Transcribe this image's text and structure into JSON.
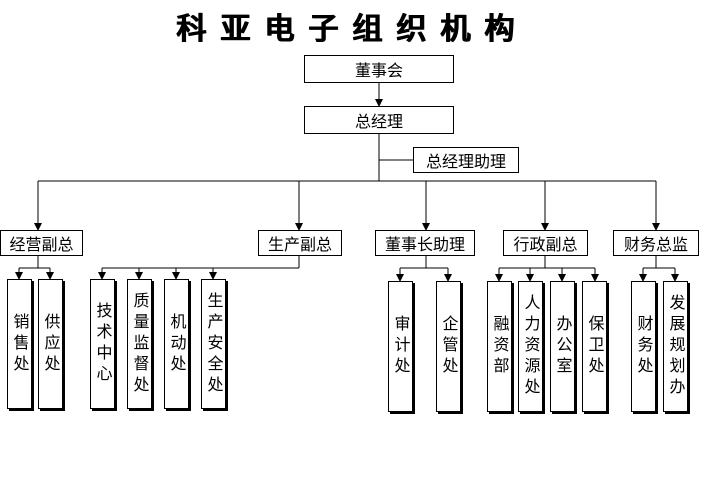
{
  "title": "科亚电子组织机构",
  "nodes": {
    "board": "董事会",
    "gm": "总经理",
    "gm_assistant": "总经理助理",
    "vp_business": "经营副总",
    "vp_production": "生产副总",
    "chairman_assistant": "董事长助理",
    "vp_admin": "行政副总",
    "cfo": "财务总监",
    "sales": "销售处",
    "supply": "供应处",
    "tech_center": "技术中心",
    "quality": "质量监督处",
    "mobile": "机动处",
    "safety": "生产安全处",
    "audit": "审计处",
    "corp_mgmt": "企管处",
    "financing": "融资部",
    "hr": "人力资源处",
    "office": "办公室",
    "security": "保卫处",
    "finance": "财务处",
    "planning": "发展规划办"
  }
}
